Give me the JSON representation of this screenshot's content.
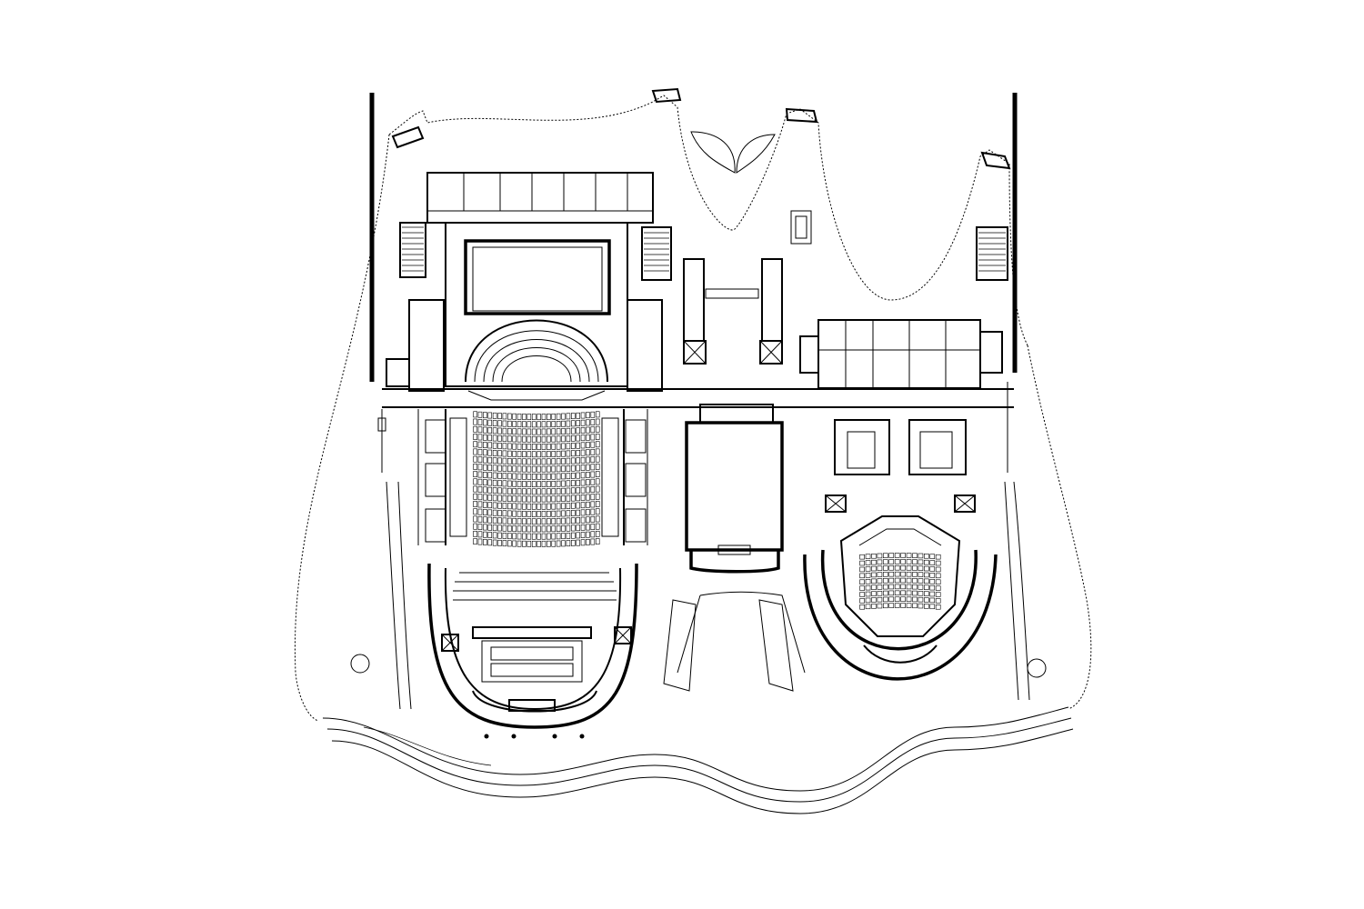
{
  "drawing": {
    "kind": "architectural floor plan",
    "background": "#ffffff",
    "line_color": "#000000",
    "labels": []
  },
  "rooms": {
    "main_auditorium": {
      "seat_rows": 18,
      "seats_per_row": 26
    },
    "studio_theatre": {
      "seat_rows": 9,
      "seats_per_row": 14
    }
  }
}
